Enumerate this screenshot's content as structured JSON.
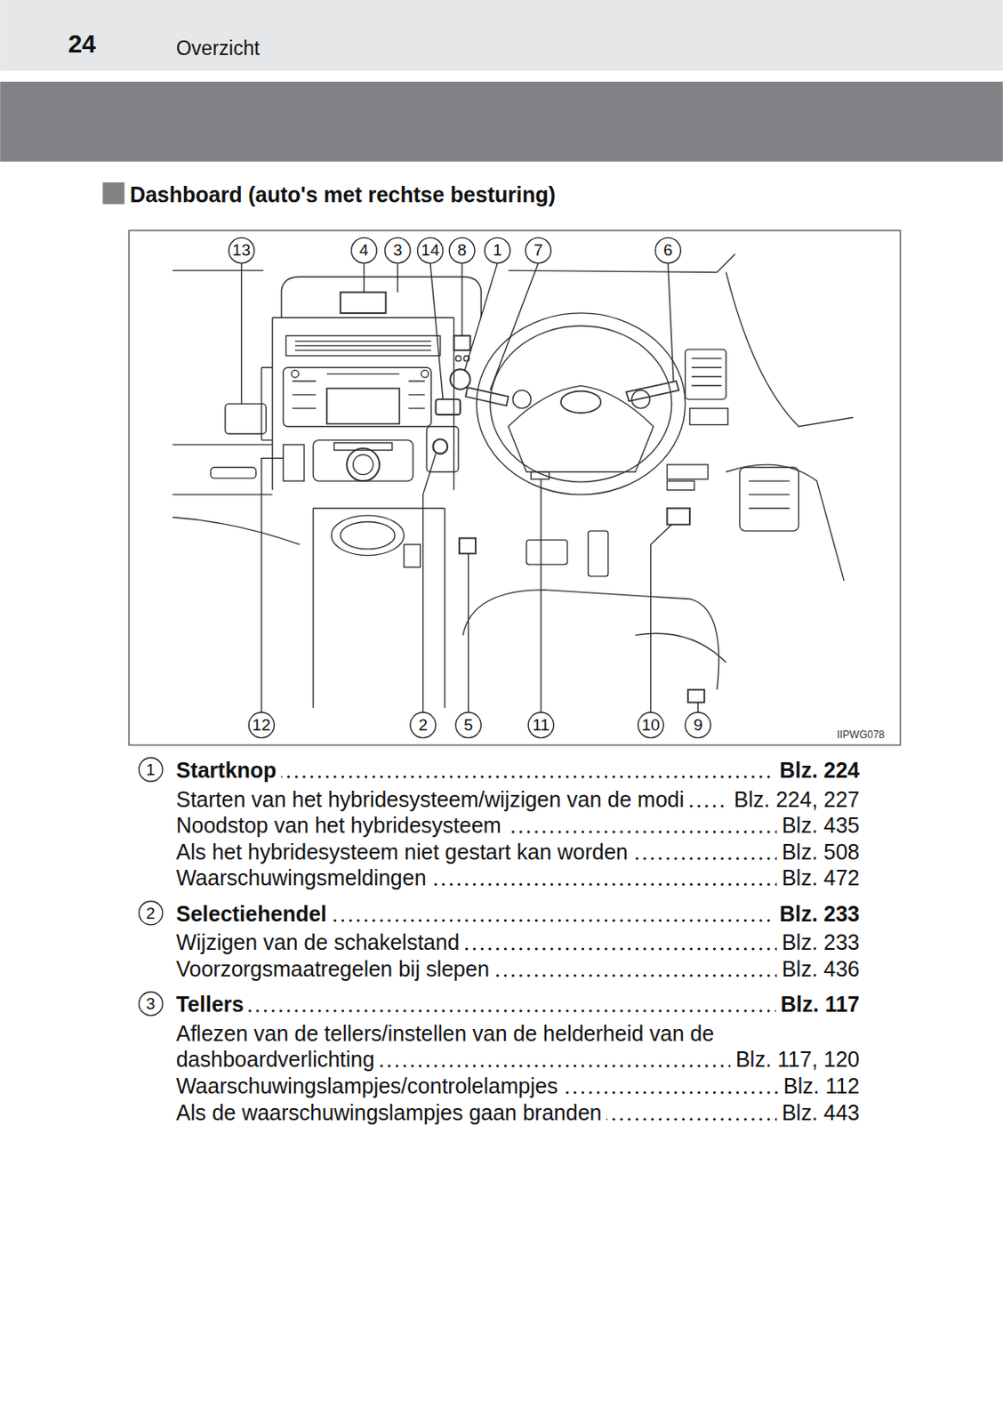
{
  "diagram": {
    "title": "Dashboard (auto's met rechtse besturing)",
    "labels": [
      "24",
      "Overzicht",
      "13",
      "4",
      "3",
      "14",
      "8",
      "1",
      "7",
      "6",
      "12",
      "2",
      "5",
      "11",
      "10",
      "9",
      "IIPWG078",
      "1",
      "Startknop",
      "Blz. 224",
      "Starten van het hybridesysteem/wijzigen van de modi",
      "Blz. 224, 227",
      "Noodstop van het hybridesysteem",
      "Blz. 435",
      "Als het hybridesysteem niet gestart kan worden",
      "Blz. 508",
      "Waarschuwingsmeldingen",
      "Blz. 472",
      "2",
      "Selectiehendel",
      "Blz. 233",
      "Wijzigen van de schakelstand",
      "Blz. 233",
      "Voorzorgsmaatregelen bij slepen",
      "Blz. 436",
      "3",
      "Tellers",
      "Blz. 117",
      "Aflezen van de tellers/instellen van de helderheid van de dashboardverlichting",
      "Blz. 117, 120",
      "Waarschuwingslampjes/controlelampjes",
      "Blz. 112",
      "Als de waarschuwingslampjes gaan branden",
      "Blz. 443"
    ]
  }
}
